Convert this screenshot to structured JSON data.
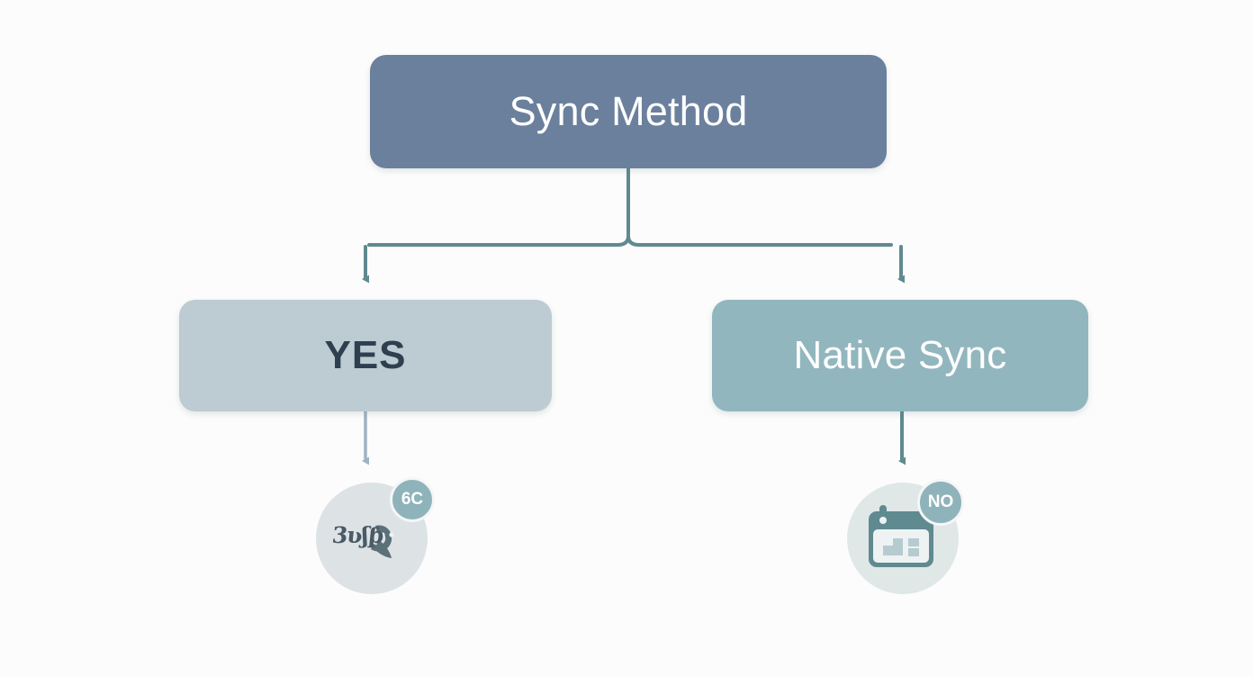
{
  "diagram": {
    "title": "Sync Method",
    "background_color": "#fcfcfc",
    "nodes": {
      "root": {
        "label": "Sync Method",
        "fill": "#6b809c",
        "text_color": "#ffffff"
      },
      "left": {
        "label": "YES",
        "fill": "#bdcbd2",
        "text_color": "#2e3f50"
      },
      "right": {
        "label": "Native Sync",
        "fill": "#92b6be",
        "text_color": "#ffffff"
      }
    },
    "icons": {
      "left": {
        "name": "distorted-wordmark-icon",
        "glyph_text": "3ʋʃƥ",
        "badge_label": "6C",
        "disc_color": "#dde2e5",
        "badge_color": "#8fb3bb"
      },
      "right": {
        "name": "calendar-icon",
        "badge_label": "NO",
        "disc_color": "#dfe7e7",
        "badge_color": "#8fb3bb"
      }
    },
    "connectors": {
      "branch_color": "#5f8a90",
      "left_leaf_color": "#9fb2c2",
      "right_leaf_color": "#5f8a90"
    }
  }
}
